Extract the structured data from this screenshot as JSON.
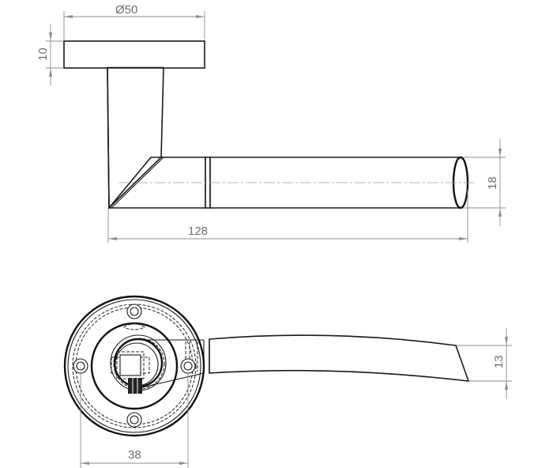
{
  "drawing": {
    "subject": "Door lever handle on round rose - technical drawing",
    "views": [
      "side-elevation",
      "front-elevation"
    ],
    "colors": {
      "background": "#ffffff",
      "outline": "#1a1a1a",
      "dimension": "#8c8c8c",
      "dimension_text": "#6e6e6e",
      "centerline": "#9a9a9a"
    }
  },
  "dimensions": {
    "rose_diameter": {
      "label": "Ø50",
      "value": 50,
      "unit": "mm"
    },
    "rose_thickness": {
      "label": "10",
      "value": 10,
      "unit": "mm"
    },
    "lever_diameter": {
      "label": "18",
      "value": 18,
      "unit": "mm"
    },
    "projection_length": {
      "label": "128",
      "value": 128,
      "unit": "mm"
    },
    "lever_tip_height": {
      "label": "13",
      "value": 13,
      "unit": "mm"
    },
    "screw_centres": {
      "label": "38",
      "value": 38,
      "unit": "mm"
    }
  }
}
